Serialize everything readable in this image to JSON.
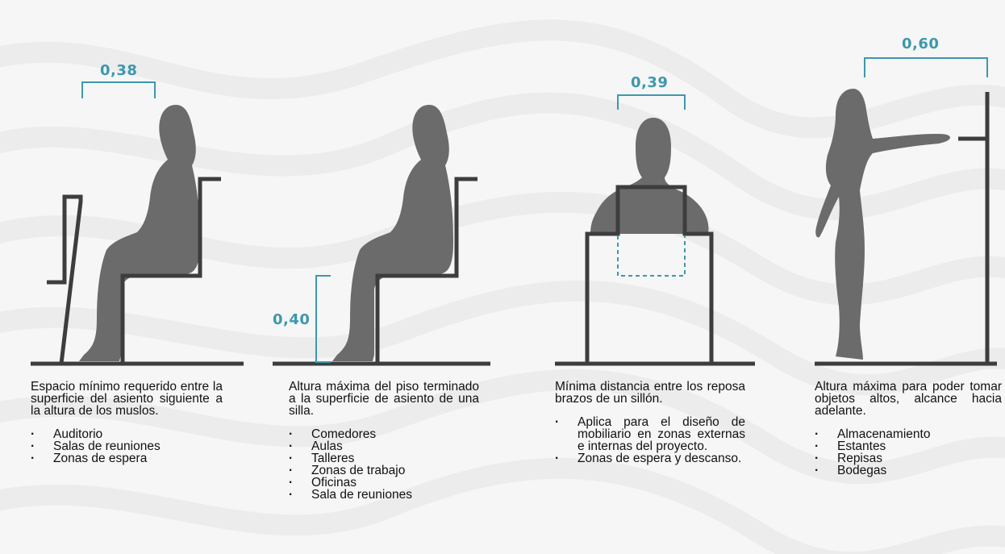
{
  "colors": {
    "figure": "#6b6b6b",
    "line": "#3d3d3d",
    "accent": "#3d98ad",
    "background": "#f6f6f6"
  },
  "panels": [
    {
      "measure": "0,38",
      "description": "Espacio mínimo requerido entre la superficie del asiento siguiente a la altura de los muslos.",
      "items": [
        "Auditorio",
        "Salas de reuniones",
        "Zonas de espera"
      ]
    },
    {
      "measure": "0,40",
      "description": "Altura máxima del piso terminado a la superficie de asiento de una silla.",
      "items": [
        "Comedores",
        "Aulas",
        "Talleres",
        "Zonas de trabajo",
        "Oficinas",
        "Sala de reuniones"
      ]
    },
    {
      "measure": "0,39",
      "description": "Mínima distancia entre los reposa brazos de un sillón.",
      "items": [
        "Aplica para el diseño de mobiliario en zonas externas e internas del proyecto.",
        "Zonas de espera y descanso."
      ]
    },
    {
      "measure": "0,60",
      "description": "Altura máxima para poder tomar objetos altos, alcance hacia adelante.",
      "items": [
        "Almacenamiento",
        "Estantes",
        "Repisas",
        "Bodegas"
      ]
    }
  ]
}
